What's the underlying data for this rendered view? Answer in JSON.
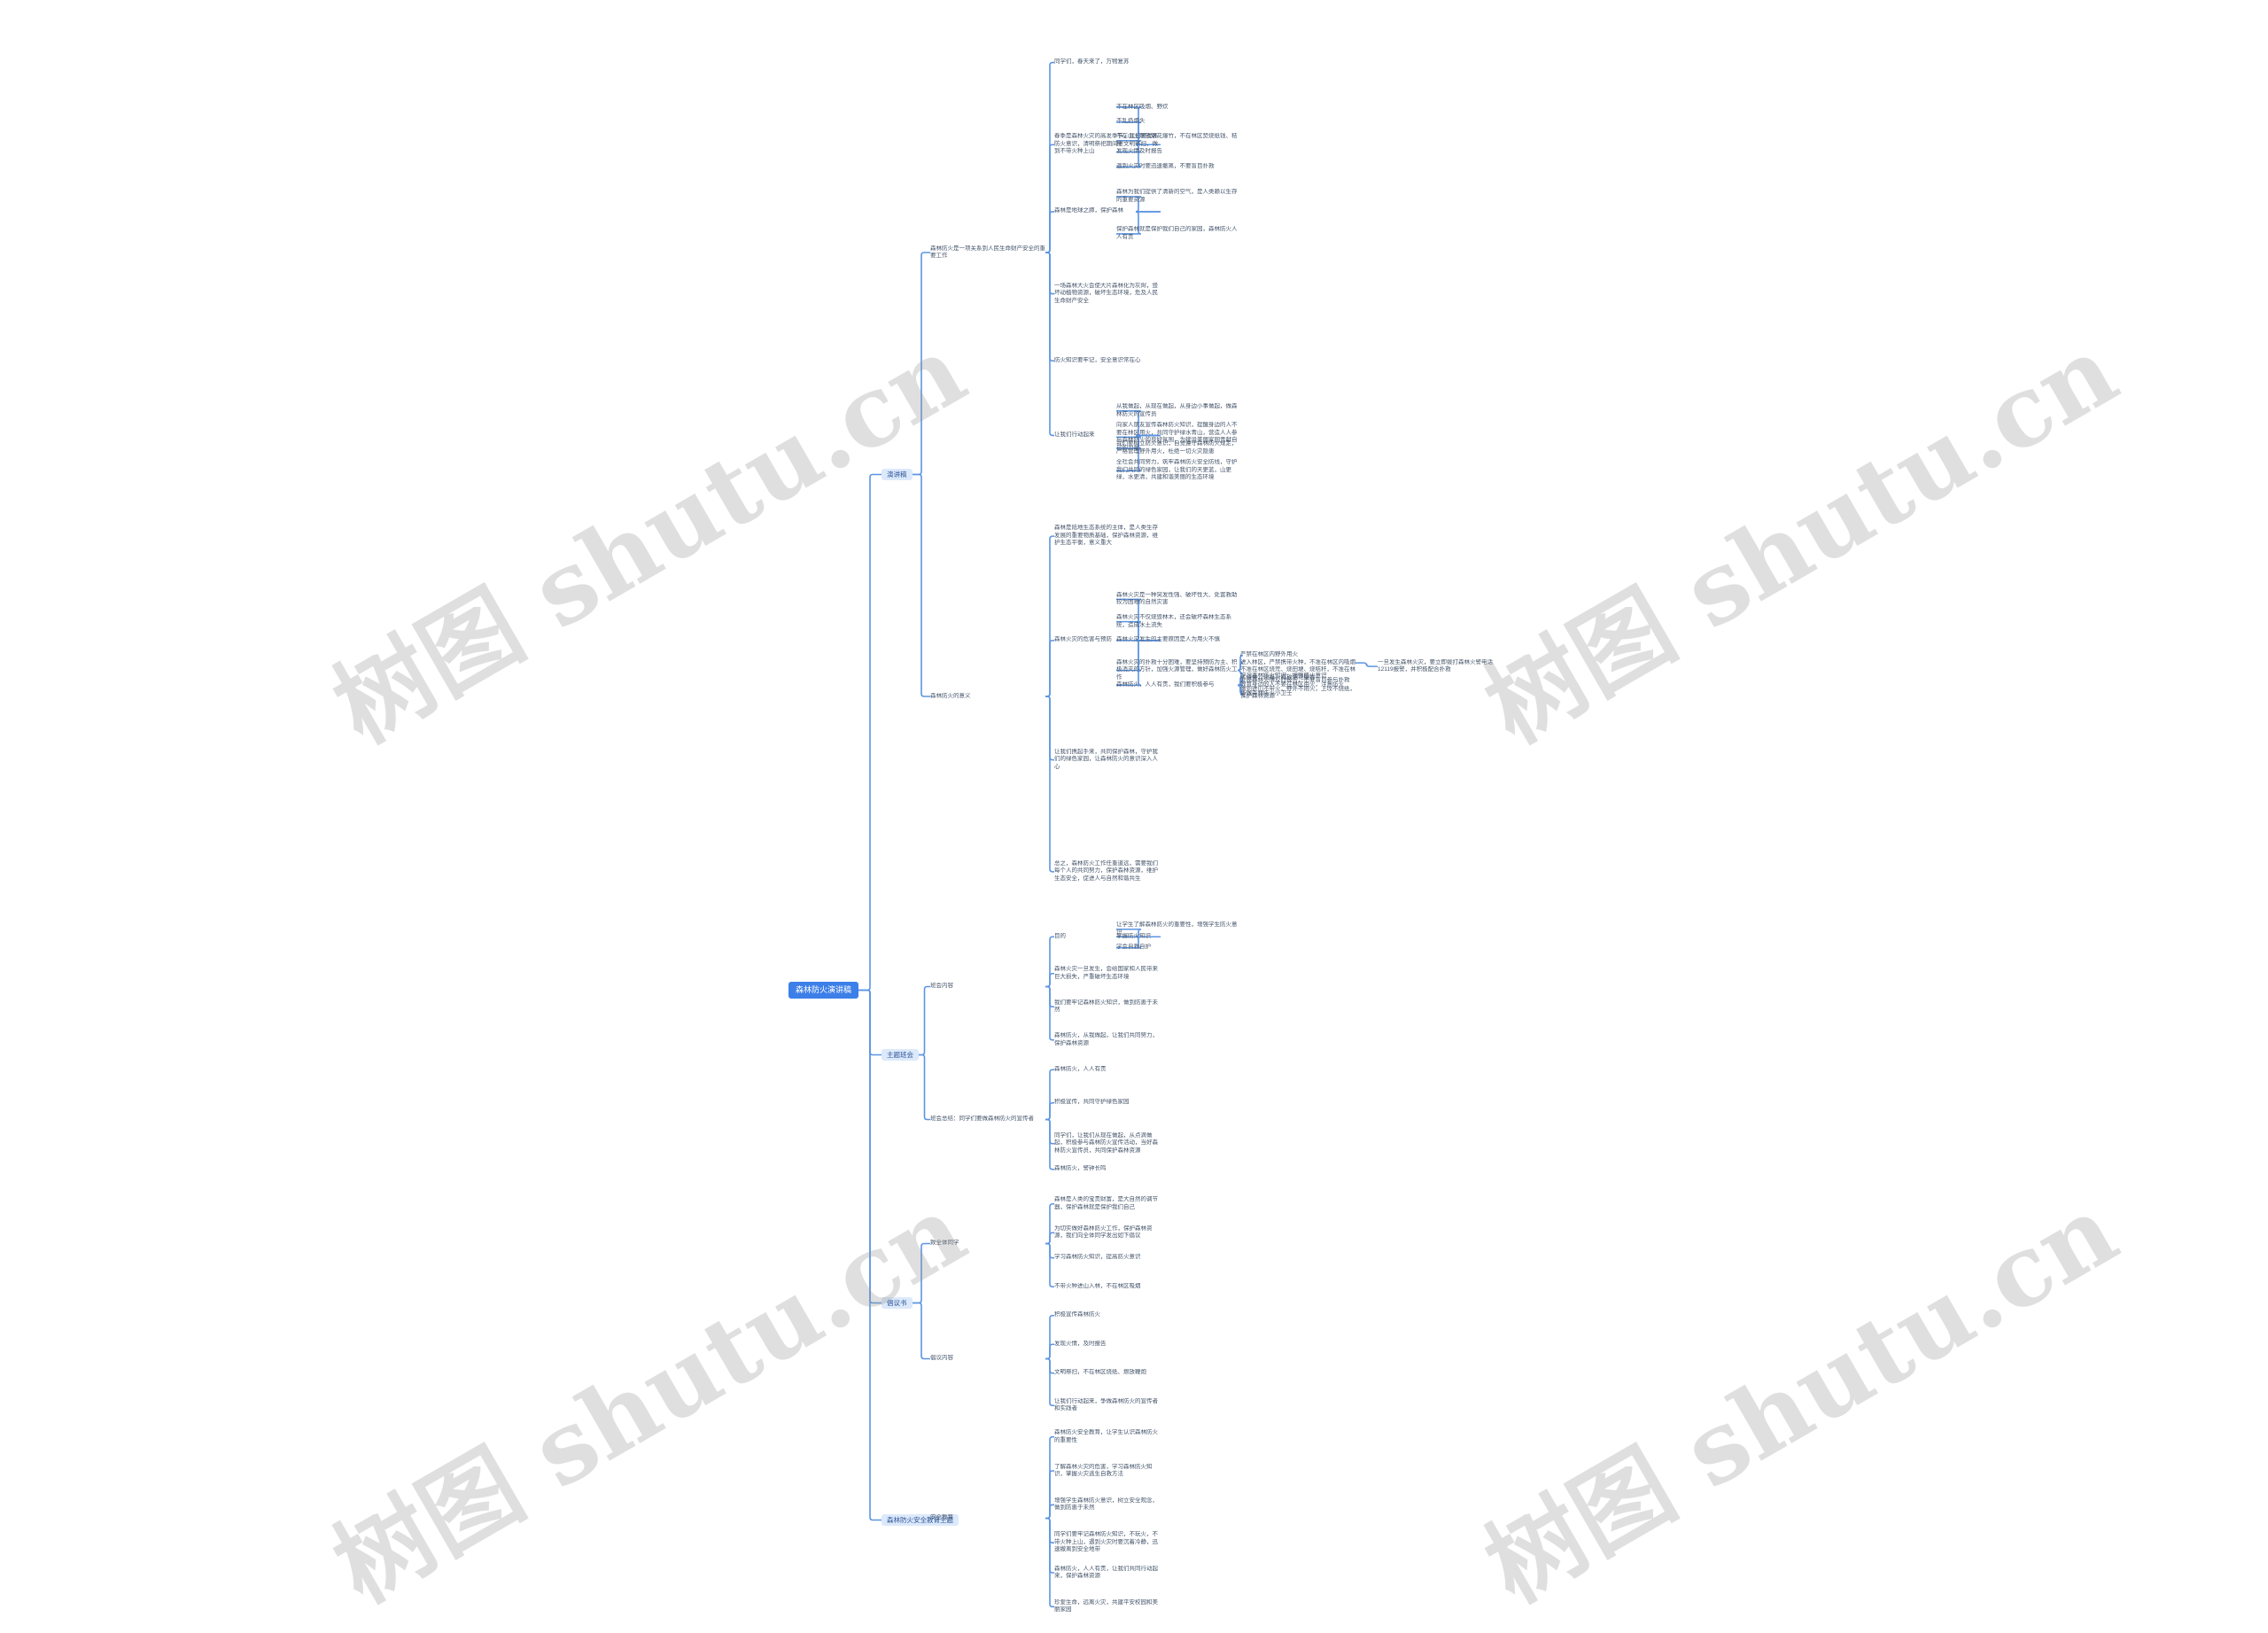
{
  "root": {
    "label": "森林防火演讲稿"
  },
  "watermark": "树图 shutu.cn",
  "colors": {
    "link": "#5b95e3",
    "root_bg": "#3d7fe8",
    "branch_bg": "#dce9fb",
    "text": "#44546a"
  },
  "branches": [
    {
      "label": "演讲稿",
      "groups": [
        {
          "label": "森林防火是一项关系到人民生命财产安全的重要工作",
          "items": [
            {
              "label": "同学们，春天来了，万物复苏"
            },
            {
              "label": "春季是森林火灾的高发季节，我们要提高防火意识，清明祭祀期间要文明祭扫，做到不带火种上山",
              "children": [
                "不在林区吸烟、野炊",
                "不乱扔烟头",
                "不在山上燃放烟花爆竹，不在林区焚烧纸钱、秸秆",
                "发现火情及时报告",
                "遇到火灾时要迅速撤离，不要盲目扑救"
              ]
            },
            {
              "label": "森林是地球之肺，保护森林",
              "children": [
                "森林为我们提供了清新的空气，是人类赖以生存的重要资源",
                "保护森林就是保护我们自己的家园，森林防火人人有责"
              ]
            },
            {
              "label": "一场森林大火会使大片森林化为灰烬，毁坏动植物资源，破坏生态环境，危及人民生命财产安全"
            },
            {
              "label": "防火知识要牢记，安全意识常在心"
            },
            {
              "label": "让我们行动起来",
              "children": [
                "从我做起，从现在做起，从身边小事做起，做森林防火的宣传员",
                "向家人朋友宣传森林防火知识，提醒身边的人不要在林区用火，共同守护绿水青山，营造人人参与森林防火的良好氛围，为建设美丽家园贡献自己的力量",
                "我们要树立防火意识，自觉遵守森林防火规定，严格管理野外用火，杜绝一切火灾隐患",
                "全社会共同努力，筑牢森林防火安全防线，守护我们共同的绿色家园，让我们的天更蓝，山更绿，水更清，共建和谐美丽的生态环境"
              ]
            }
          ]
        },
        {
          "label": "森林防火的意义",
          "items": [
            {
              "label": "森林是陆地生态系统的主体，是人类生存发展的重要物质基础，保护森林资源，维护生态平衡，意义重大"
            },
            {
              "label": "森林火灾的危害与预防",
              "children": [
                "森林火灾是一种突发性强、破坏性大、处置救助较为困难的自然灾害",
                "森林火灾不仅烧毁林木，还会破坏森林生态系统，造成水土流失",
                "森林火灾发生的主要原因是人为用火不慎",
                {
                  "label": "森林火灾的扑救十分困难，要坚持预防为主、积极消灭的方针，加强火源管理，做好森林防火工作",
                  "children": [
                    "严禁在林区内野外用火",
                    {
                      "label": "进入林区，严禁携带火种，不准在林区内吸烟",
                      "children": [
                        "一旦发生森林火灾，要立即拨打森林火警电话12119报警，并积极配合扑救"
                      ]
                    },
                    "不准在林区烧荒、烧田埂、烧秸秆，不准在林区烧香、烧纸、燃放烟花爆竹"
                  ]
                },
                {
                  "label": "森林防火，人人有责，我们要积极参与",
                  "children": [
                    "学习森林防火知识，增强防火意识",
                    "发现森林火情及时报告，不要盲目参与扑救",
                    "教育身边的人不要在林区用火，注意防火",
                    "做到进山不带火，野外不用火，上坟不烧纸，保护森林资源",
                    "争做森林防火小卫士"
                  ]
                }
              ]
            },
            {
              "label": "让我们携起手来，共同保护森林，守护我们的绿色家园，让森林防火的意识深入人心"
            },
            {
              "label": "总之，森林防火工作任重道远，需要我们每个人的共同努力，保护森林资源，维护生态安全，促进人与自然和谐共生"
            }
          ]
        }
      ]
    },
    {
      "label": "主题班会",
      "groups": [
        {
          "label": "班会内容",
          "items": [
            {
              "label": "目的",
              "children": [
                "让学生了解森林防火的重要性，增强学生防火意识",
                "掌握防火知识",
                "学会自救自护"
              ]
            },
            {
              "label": "森林火灾一旦发生，会给国家和人民带来巨大损失，严重破坏生态环境"
            },
            {
              "label": "我们要牢记森林防火知识，做到防患于未然"
            },
            {
              "label": "森林防火，从我做起，让我们共同努力，保护森林资源"
            }
          ]
        },
        {
          "label": "班会总结：同学们要做森林防火的宣传者",
          "items": [
            {
              "label": "森林防火，人人有责"
            },
            {
              "label": "积极宣传，共同守护绿色家园"
            },
            {
              "label": "同学们，让我们从现在做起，从点滴做起，积极参与森林防火宣传活动，当好森林防火宣传员，共同保护森林资源"
            },
            {
              "label": "森林防火，警钟长鸣"
            }
          ]
        }
      ]
    },
    {
      "label": "倡议书",
      "groups": [
        {
          "label": "致全体同学",
          "items": [
            {
              "label": "森林是人类的宝贵财富，是大自然的调节器，保护森林就是保护我们自己"
            },
            {
              "label": "为切实做好森林防火工作，保护森林资源，我们向全体同学发出如下倡议"
            },
            {
              "label": "学习森林防火知识，提高防火意识"
            },
            {
              "label": "不带火种进山入林，不在林区吸烟"
            }
          ]
        },
        {
          "label": "倡议内容",
          "items": [
            {
              "label": "积极宣传森林防火"
            },
            {
              "label": "发现火情，及时报告"
            },
            {
              "label": "文明祭扫，不在林区烧纸、燃放鞭炮"
            },
            {
              "label": "让我们行动起来，争做森林防火的宣传者和实践者"
            }
          ]
        }
      ]
    },
    {
      "label": "森林防火安全教育主题",
      "groups": [
        {
          "label": "安全教育",
          "items": [
            {
              "label": "森林防火安全教育，让学生认识森林防火的重要性"
            },
            {
              "label": "了解森林火灾的危害，学习森林防火知识，掌握火灾逃生自救方法"
            },
            {
              "label": "增强学生森林防火意识，树立安全观念，做到防患于未然"
            },
            {
              "label": "同学们要牢记森林防火知识，不玩火，不带火种上山，遇到火灾时要沉着冷静，迅速撤离到安全地带"
            },
            {
              "label": "森林防火，人人有责，让我们共同行动起来，保护森林资源"
            },
            {
              "label": "珍爱生命，远离火灾，共建平安校园和美丽家园"
            }
          ]
        }
      ]
    }
  ]
}
